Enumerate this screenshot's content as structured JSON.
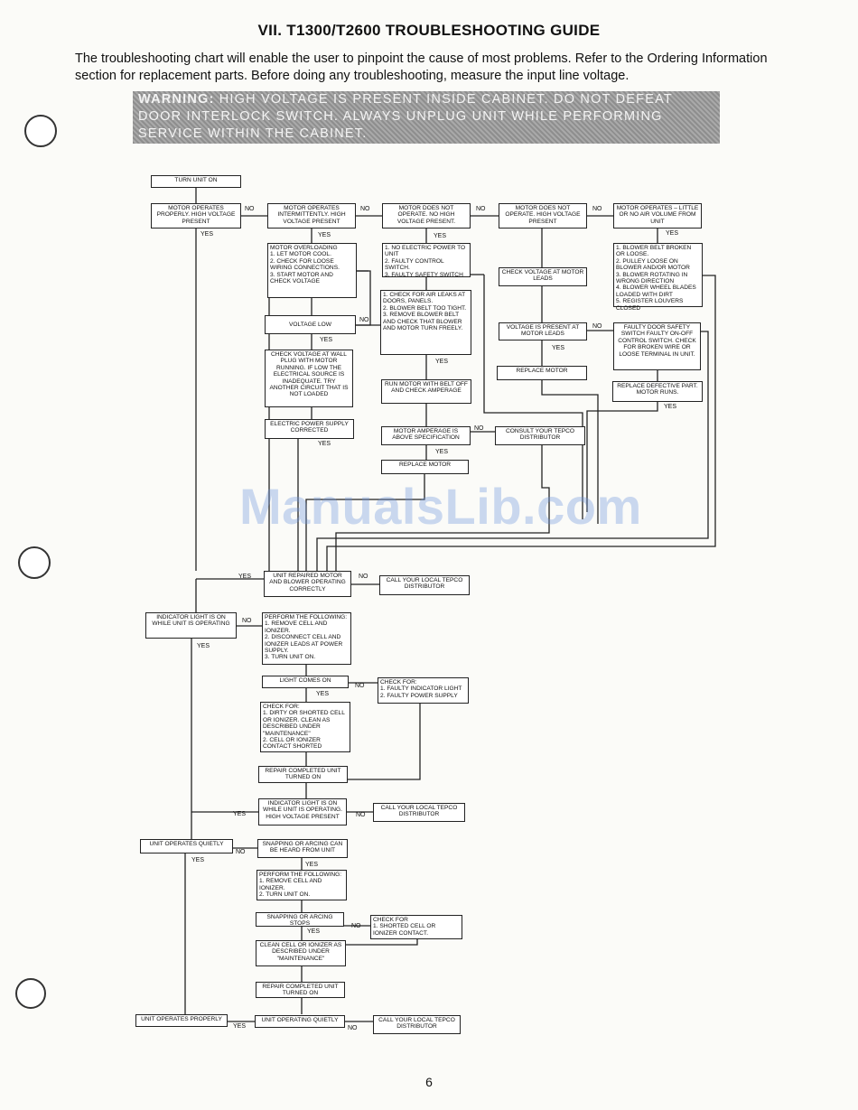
{
  "title": "VII. T1300/T2600 TROUBLESHOOTING GUIDE",
  "intro": "The troubleshooting chart will enable the user to pinpoint the cause of most problems. Refer to the Ordering Information section for replacement parts. Before doing any troubleshooting, measure the input line voltage.",
  "warning": {
    "label": "WARNING:",
    "text": "HIGH VOLTAGE IS PRESENT INSIDE CABINET. DO NOT DEFEAT DOOR INTERLOCK SWITCH. ALWAYS UNPLUG UNIT WHILE PERFORMING SERVICE WITHIN THE CABINET."
  },
  "watermark": "ManualsLib.com",
  "page_number": "6",
  "boxes": {
    "turn_on": "TURN UNIT ON",
    "motor_ok": "MOTOR OPERATES PROPERLY. HIGH VOLTAGE PRESENT",
    "motor_intermittent": "MOTOR OPERATES INTERMITTENTLY. HIGH VOLTAGE PRESENT",
    "motor_not": "MOTOR DOES NOT OPERATE. NO HIGH VOLTAGE PRESENT.",
    "motor_not_hv": "MOTOR DOES NOT OPERATE. HIGH VOLTAGE PRESENT",
    "motor_little": "MOTOR OPERATES – LITTLE OR NO AIR VOLUME FROM UNIT",
    "overloading": "MOTOR OVERLOADING\n1. LET MOTOR COOL.\n2. CHECK FOR LOOSE WIRING CONNECTIONS.\n3. START MOTOR AND CHECK VOLTAGE",
    "no_power": "1. NO ELECTRIC POWER TO UNIT\n2. FAULTY CONTROL SWITCH.\n3. FAULTY SAFETY SWITCH",
    "blower_list": "1. BLOWER BELT BROKEN OR LOOSE.\n2. PULLEY LOOSE ON BLOWER AND/OR MOTOR\n3. BLOWER ROTATING IN WRONG DIRECTION\n4. BLOWER WHEEL BLADES LOADED WITH DIRT\n5. REGISTER LOUVERS CLOSED",
    "check_voltage_leads": "CHECK VOLTAGE AT MOTOR LEADS",
    "check_air_leaks": "1. CHECK FOR AIR LEAKS AT DOORS, PANELS.\n2. BLOWER BELT TOO TIGHT.\n3. REMOVE BLOWER BELT AND CHECK THAT BLOWER AND MOTOR TURN FREELY.",
    "voltage_low": "VOLTAGE LOW",
    "voltage_present": "VOLTAGE IS PRESENT AT MOTOR LEADS",
    "faulty_door": "FAULTY DOOR SAFETY SWITCH FAULTY ON-OFF CONTROL SWITCH. CHECK FOR BROKEN WIRE OR LOOSE TERMINAL IN UNIT.",
    "check_wall": "CHECK VOLTAGE AT WALL PLUG WITH MOTOR RUNNING. IF LOW THE ELECTRICAL SOURCE IS INADEQUATE. TRY ANOTHER CIRCUIT THAT IS NOT LOADED",
    "replace_motor_1": "REPLACE MOTOR",
    "replace_defective": "REPLACE DEFECTIVE PART. MOTOR RUNS.",
    "run_motor": "RUN MOTOR WITH BELT OFF AND CHECK AMPERAGE",
    "power_corrected": "ELECTRIC POWER SUPPLY CORRECTED",
    "amperage_above": "MOTOR AMPERAGE IS ABOVE SPECIFICATION",
    "consult": "CONSULT YOUR TEPCO DISTRIBUTOR",
    "replace_motor_2": "REPLACE MOTOR",
    "unit_repaired": "UNIT REPAIRED MOTOR AND BLOWER OPERATING CORRECTLY",
    "call_local_1": "CALL YOUR LOCAL TEPCO DISTRIBUTOR",
    "indicator_on": "INDICATOR LIGHT IS ON WHILE UNIT IS OPERATING",
    "perform_1": "PERFORM THE FOLLOWING:\n1. REMOVE CELL AND IONIZER.\n2. DISCONNECT CELL AND IONIZER LEADS AT POWER SUPPLY.\n3. TURN UNIT ON.",
    "light_comes_on": "LIGHT COMES ON",
    "check_faulty": "CHECK FOR:\n1. FAULTY INDICATOR LIGHT\n2. FAULTY POWER SUPPLY",
    "check_dirty": "CHECK FOR:\n1. DIRTY OR SHORTED CELL OR IONIZER. CLEAN AS DESCRIBED UNDER \"MAINTENANCE\"\n2. CELL OR IONIZER CONTACT SHORTED",
    "repair_completed_1": "REPAIR COMPLETED UNIT TURNED ON",
    "indicator_on_hv": "INDICATOR LIGHT IS ON WHILE UNIT IS OPERATING. HIGH VOLTAGE PRESENT",
    "call_local_2": "CALL YOUR LOCAL TEPCO DISTRIBUTOR",
    "unit_quietly": "UNIT OPERATES QUIETLY",
    "snapping_heard": "SNAPPING OR ARCING CAN BE HEARD FROM UNIT",
    "perform_2": "PERFORM THE FOLLOWING:\n1. REMOVE CELL AND IONIZER.\n2. TURN UNIT ON.",
    "snapping_stops": "SNAPPING OR ARCING STOPS",
    "check_shorted": "CHECK FOR\n1. SHORTED CELL OR IONIZER CONTACT.",
    "clean_cell": "CLEAN CELL OR IONIZER AS DESCRIBED UNDER \"MAINTENANCE\"",
    "repair_completed_2": "REPAIR COMPLETED UNIT TURNED ON",
    "unit_properly": "UNIT OPERATES PROPERLY",
    "unit_op_quietly": "UNIT OPERATING QUIETLY",
    "call_local_3": "CALL YOUR LOCAL TEPCO DISTRIBUTOR"
  },
  "labels": {
    "yes": "YES",
    "no": "NO"
  }
}
